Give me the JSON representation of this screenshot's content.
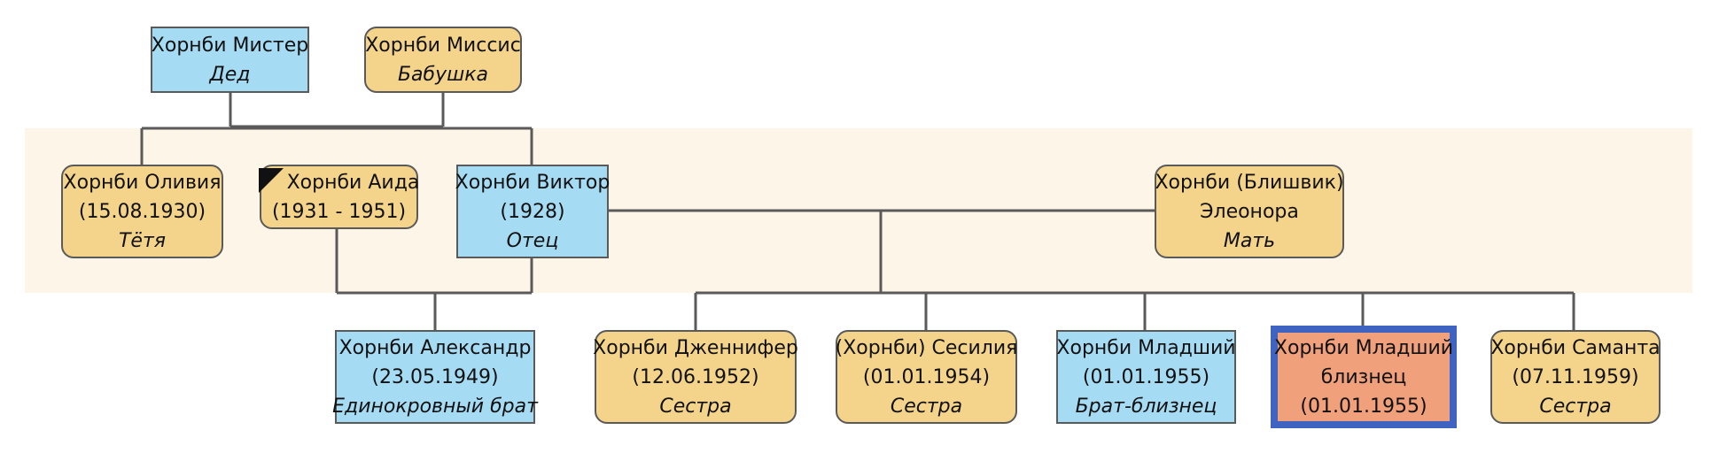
{
  "colors": {
    "male": "#a6dbf4",
    "female": "#f4d48a",
    "selected": "#f0a07a",
    "selected_border": "#3f63c0",
    "band": "#fdf6e8",
    "line": "#5a5a5a"
  },
  "persons": {
    "grandfather": {
      "name": "Хорнби Мистер",
      "relation": "Дед"
    },
    "grandmother": {
      "name": "Хорнби Миссис",
      "relation": "Бабушка"
    },
    "olivia": {
      "name": "Хорнби Оливия",
      "dates": "(15.08.1930)",
      "relation": "Тётя"
    },
    "aida": {
      "name": "Хорнби Аида",
      "dates": "(1931 - 1951)",
      "icon": "mourning-ribbon-icon"
    },
    "victor": {
      "name": "Хорнби Виктор",
      "dates": "(1928)",
      "relation": "Отец"
    },
    "eleonora": {
      "name_line1": "Хорнби (Блишвик)",
      "name_line2": "Элеонора",
      "relation": "Мать"
    },
    "alexander": {
      "name": "Хорнби Александр",
      "dates": "(23.05.1949)",
      "relation": "Единокровный брат"
    },
    "jennifer": {
      "name": "Хорнби Дженнифер",
      "dates": "(12.06.1952)",
      "relation": "Сестра"
    },
    "cecilia": {
      "name": "(Хорнби) Сесилия",
      "dates": "(01.01.1954)",
      "relation": "Сестра"
    },
    "junior": {
      "name": "Хорнби Младший",
      "dates": "(01.01.1955)",
      "relation": "Брат-близнец"
    },
    "junior_twin": {
      "name_line1": "Хорнби Младший",
      "name_line2": "близнец",
      "dates": "(01.01.1955)"
    },
    "samantha": {
      "name": "Хорнби Саманта",
      "dates": "(07.11.1959)",
      "relation": "Сестра"
    }
  }
}
